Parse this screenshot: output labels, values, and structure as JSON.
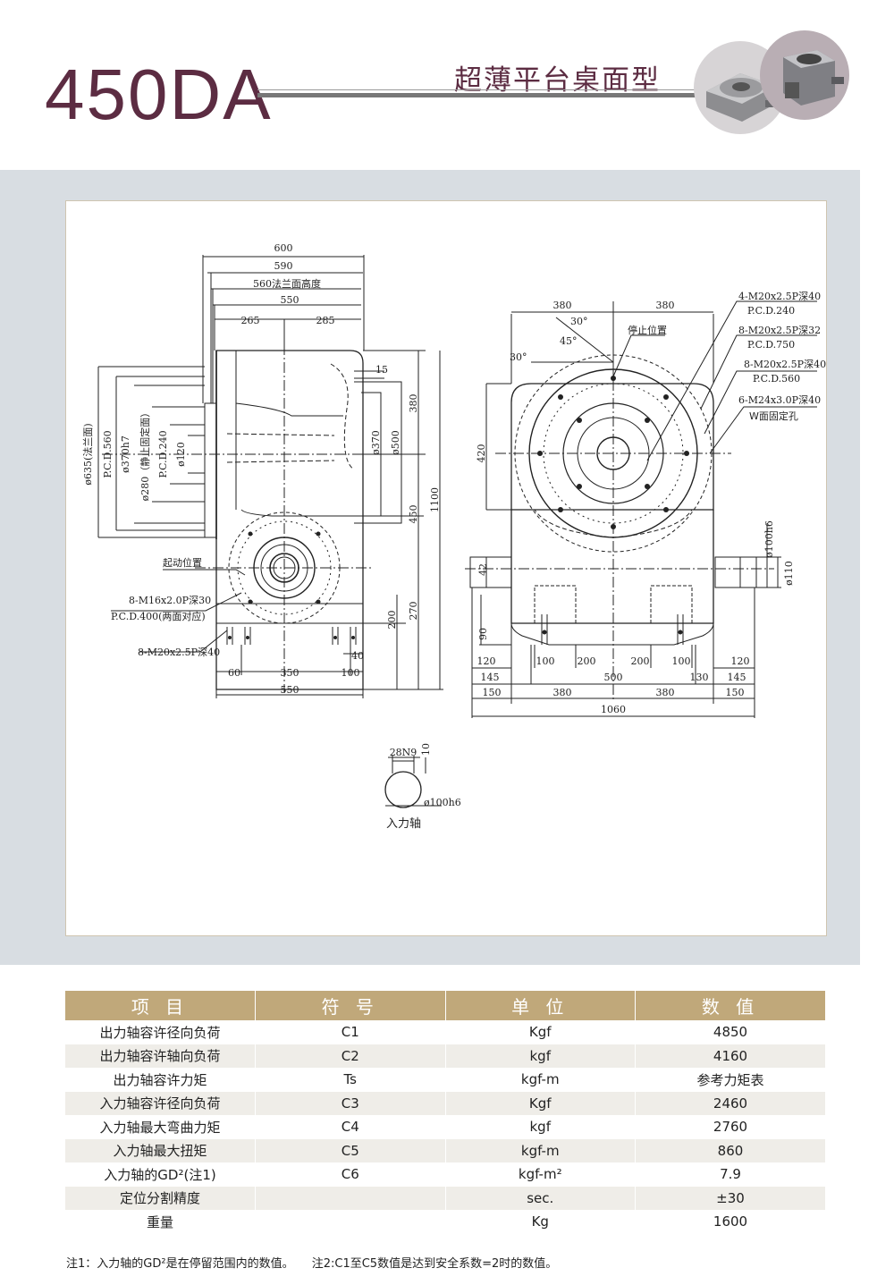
{
  "header": {
    "model": "450DA",
    "subtitle": "超薄平台桌面型"
  },
  "drawing": {
    "side_view": {
      "dims": {
        "d600": "600",
        "d590": "590",
        "d560": "560法兰面高度",
        "d550t": "550",
        "d265": "265",
        "d285": "285",
        "d15": "15",
        "d380": "380",
        "d1100": "1100",
        "d450": "450",
        "d270": "270",
        "d200": "200",
        "d60": "60",
        "d350": "350",
        "d100": "100",
        "d40": "40",
        "d550b": "550",
        "dia635": "ø635(法兰面)",
        "pcd560": "P.C.D.560",
        "dia370h7": "ø370h7",
        "dia280": "ø280（静止固定面）",
        "pcd240": "P.C.D.240",
        "dia120": "ø120",
        "dia370": "ø370",
        "dia500": "ø500"
      },
      "labels": {
        "start_pos": "起动位置",
        "m16": "8-M16x2.0P深30",
        "pcd400": "P.C.D.400(两面对应)",
        "m20": "8-M20x2.5P深40"
      }
    },
    "front_view": {
      "dims": {
        "d380a": "380",
        "d380b": "380",
        "a30a": "30°",
        "a45": "45°",
        "a30b": "30°",
        "d420a": "420",
        "d42": "42",
        "d90": "90",
        "dia100h6": "ø100h6",
        "dia110": "ø110",
        "d120a": "120",
        "d100a": "100",
        "d200a": "200",
        "d200b": "200",
        "d100b": "100",
        "d120b": "120",
        "d145a": "145",
        "d500": "500",
        "d130": "130",
        "d145b": "145",
        "d150a": "150",
        "d380c": "380",
        "d380d": "380",
        "d150b": "150",
        "d1060": "1060"
      },
      "labels": {
        "stop_pos": "停止位置",
        "c1a": "4-M20x2.5P深40",
        "c1b": "P.C.D.240",
        "c2a": "8-M20x2.5P深32",
        "c2b": "P.C.D.750",
        "c3a": "8-M20x2.5P深40",
        "c3b": "P.C.D.560",
        "c4a": "6-M24x3.0P深40",
        "c4b": "W面固定孔"
      }
    },
    "shaft_detail": {
      "key": "28N9",
      "depth": "10",
      "dia": "ø100h6",
      "caption": "入力轴"
    }
  },
  "table": {
    "headers": [
      "项 目",
      "符 号",
      "单 位",
      "数 值"
    ],
    "rows": [
      {
        "item": "出力轴容许径向负荷",
        "symbol": "C1",
        "unit": "Kgf",
        "value": "4850"
      },
      {
        "item": "出力轴容许轴向负荷",
        "symbol": "C2",
        "unit": "kgf",
        "value": "4160"
      },
      {
        "item": "出力轴容许力矩",
        "symbol": "Ts",
        "unit": "kgf-m",
        "value": "参考力矩表"
      },
      {
        "item": "入力轴容许径向负荷",
        "symbol": "C3",
        "unit": "Kgf",
        "value": "2460"
      },
      {
        "item": "入力轴最大弯曲力矩",
        "symbol": "C4",
        "unit": "kgf",
        "value": "2760"
      },
      {
        "item": "入力轴最大扭矩",
        "symbol": "C5",
        "unit": "kgf-m",
        "value": "860"
      },
      {
        "item": "入力轴的GD²(注1)",
        "symbol": "C6",
        "unit": "kgf-m²",
        "value": "7.9"
      },
      {
        "item": "定位分割精度",
        "symbol": "",
        "unit": "sec.",
        "value": "±30"
      },
      {
        "item": "重量",
        "symbol": "",
        "unit": "Kg",
        "value": "1600"
      }
    ]
  },
  "notes": {
    "note1": "注1：入力轴的GD²是在停留范围内的数值。",
    "note2": "注2:C1至C5数值是达到安全系数=2时的数值。"
  },
  "colors": {
    "brand": "#5c2c42",
    "table_header": "#c0a87a",
    "band": "#d8dde2"
  }
}
